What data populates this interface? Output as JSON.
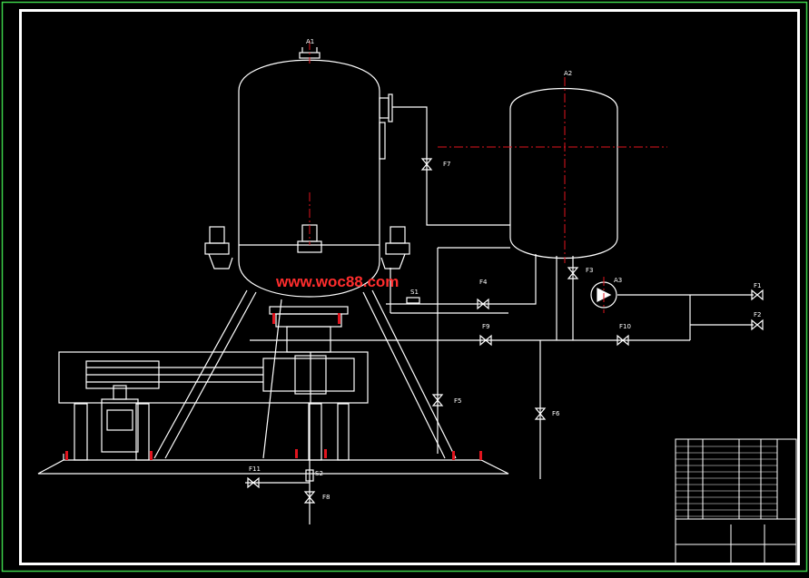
{
  "colors": {
    "background": "#000000",
    "frame": "#3cd24a",
    "line": "#ffffff",
    "centerline": "#e1141e",
    "watermark": "#ff2d2d",
    "title_block": "#ffffff"
  },
  "labels": {
    "tank_a1": "A1",
    "tank_a2": "A2",
    "pump_a3": "A3",
    "valve_f1": "F1",
    "valve_f2": "F2",
    "valve_f3": "F3",
    "valve_f4": "F4",
    "valve_f5": "F5",
    "valve_f6": "F6",
    "valve_f7": "F7",
    "valve_f8": "F8",
    "valve_f9": "F9",
    "valve_f10": "F10",
    "valve_f11": "F11",
    "strainer_s1": "S1",
    "strainer_s2": "S2"
  },
  "watermark": "www.woc88.com",
  "icons": {
    "valve": "gate-valve-icon",
    "pump": "centrifugal-pump-icon",
    "motor": "motor-icon"
  }
}
